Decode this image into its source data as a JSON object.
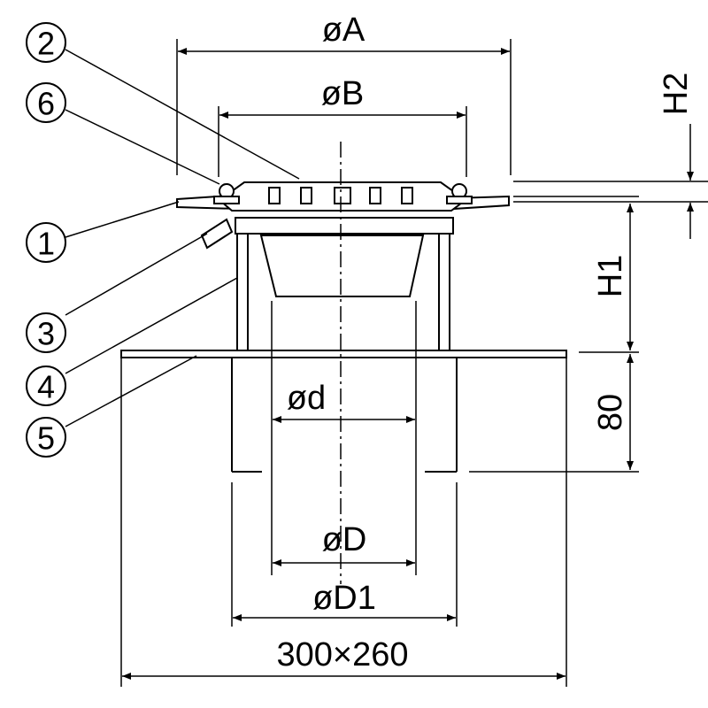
{
  "dimensions": {
    "outer_diameter": "øA",
    "grate_diameter": "øB",
    "inner_diameter": "ød",
    "pipe_diameter": "øD",
    "pipe_outer_diameter": "øD1",
    "flange_size": "300×260",
    "height_1": "H1",
    "height_2": "H2",
    "sleeve_height": "80"
  },
  "callouts": [
    "1",
    "2",
    "3",
    "4",
    "5",
    "6"
  ]
}
